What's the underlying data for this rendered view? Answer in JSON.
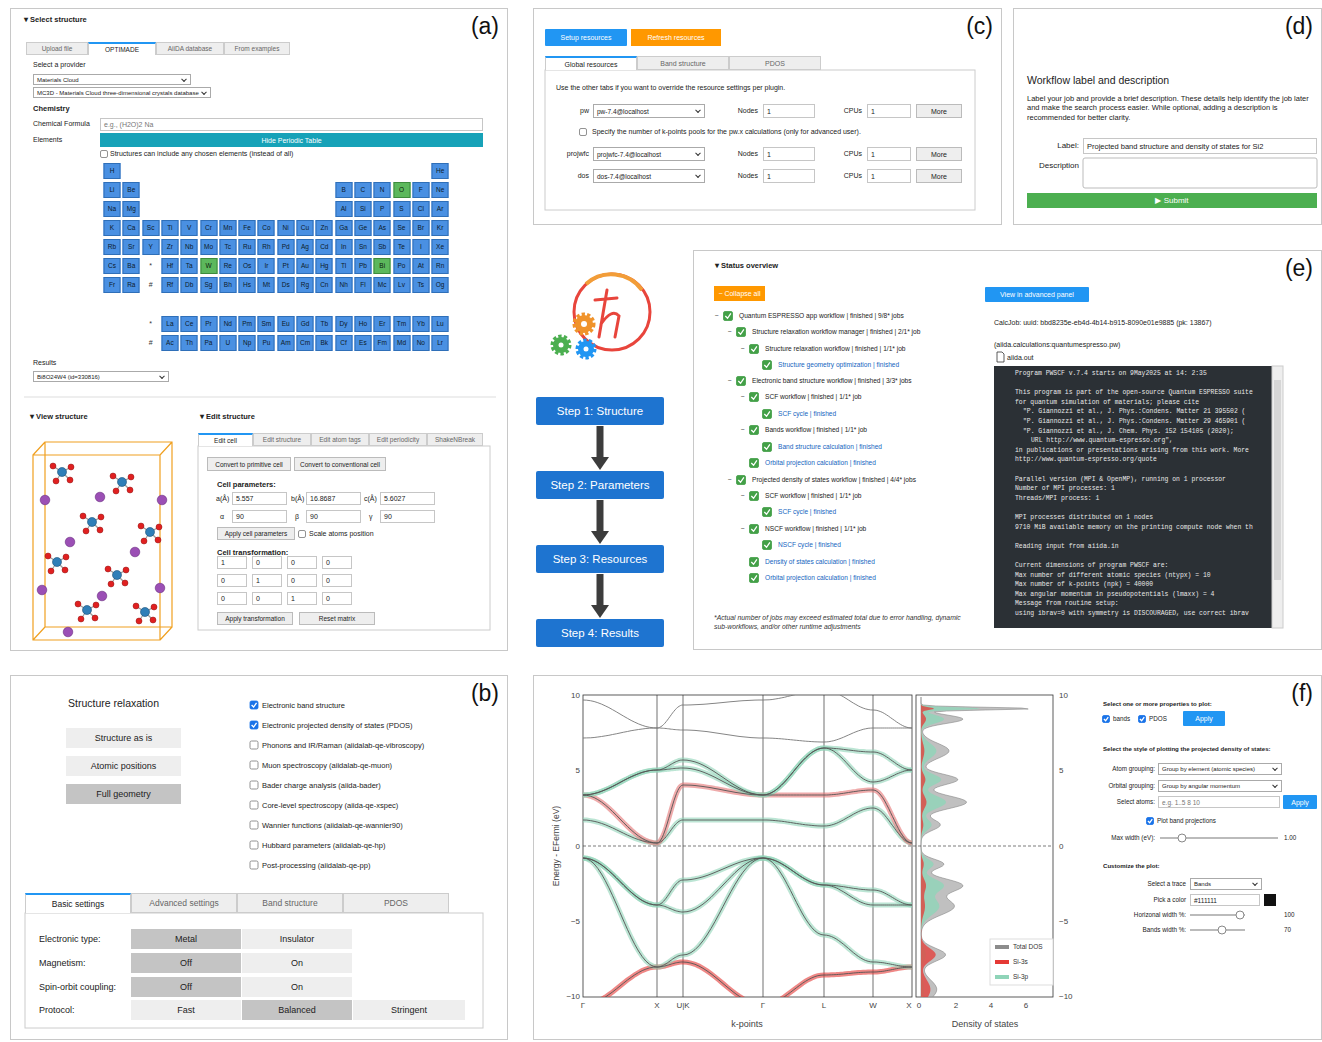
{
  "diagram": {
    "nodes": [
      {
        "text": [
          "(a)"
        ]
      },
      {
        "text": [
          "Upload file"
        ],
        "in": 0
      },
      {
        "text": [
          "OPTIMADE"
        ],
        "in": 0
      },
      {
        "text": [
          "AiiDA database"
        ],
        "in": 0
      },
      {
        "text": [
          "From examples"
        ],
        "in": 0
      },
      {
        "text": [
          "Materials Cloud"
        ],
        "in": 0
      },
      {
        "text": [
          "MC3D - Materials Cloud three-dimensional crystals database"
        ],
        "in": 0
      },
      {
        "text": [
          "e.g., (H2O)2 Na"
        ],
        "in": 0
      },
      {
        "text": [
          "Hide Periodic Table"
        ],
        "in": 0
      },
      {
        "text": [
          "Bi8O24W4 (id=330816)"
        ],
        "in": 0
      },
      {
        "text": [
          "Edit cell"
        ],
        "in": 0
      },
      {
        "text": [
          "Edit structure"
        ],
        "in": 0
      },
      {
        "text": [
          "Edit atom tags"
        ],
        "in": 0
      },
      {
        "text": [
          "Edit periodicity"
        ],
        "in": 0
      },
      {
        "text": [
          "ShakeNBreak"
        ],
        "in": 0
      },
      {
        "text": [
          "Convert to primitive cell"
        ],
        "in": 0
      },
      {
        "text": [
          "Convert to conventional cell"
        ],
        "in": 0
      },
      {
        "text": [
          "5.557"
        ],
        "in": 0
      },
      {
        "text": [
          "16.8687"
        ],
        "in": 0
      },
      {
        "text": [
          "5.6027"
        ],
        "in": 0
      },
      {
        "text": [
          "90"
        ],
        "in": 0
      },
      {
        "text": [
          "90"
        ],
        "in": 0
      },
      {
        "text": [
          "90"
        ],
        "in": 0
      },
      {
        "text": [
          "Apply cell parameters"
        ],
        "in": 0
      },
      {
        "text": [
          "1"
        ],
        "in": 0
      },
      {
        "text": [
          "0"
        ],
        "in": 0
      },
      {
        "text": [
          "0"
        ],
        "in": 0
      },
      {
        "text": [
          "0"
        ],
        "in": 0
      },
      {
        "text": [
          "0"
        ],
        "in": 0
      },
      {
        "text": [
          "1"
        ],
        "in": 0
      },
      {
        "text": [
          "0"
        ],
        "in": 0
      },
      {
        "text": [
          "0"
        ],
        "in": 0
      },
      {
        "text": [
          "0"
        ],
        "in": 0
      },
      {
        "text": [
          "0"
        ],
        "in": 0
      },
      {
        "text": [
          "1"
        ],
        "in": 0
      },
      {
        "text": [
          "0"
        ],
        "in": 0
      },
      {
        "text": [
          "Apply transformation"
        ],
        "in": 0
      },
      {
        "text": [
          "Reset matrix"
        ],
        "in": 0
      },
      {
        "text": [
          "(c)"
        ]
      },
      {
        "text": [
          "Setup resources"
        ],
        "in": 38
      },
      {
        "text": [
          "Refresh resources"
        ],
        "in": 38
      },
      {
        "text": [
          "Global resources"
        ],
        "in": 38
      },
      {
        "text": [
          "Band structure"
        ],
        "in": 38
      },
      {
        "text": [
          "PDOS"
        ],
        "in": 38
      },
      {
        "text": [
          "pw-7.4@localhost"
        ],
        "in": 38
      },
      {
        "text": [
          "1"
        ],
        "in": 38
      },
      {
        "text": [
          "1"
        ],
        "in": 38
      },
      {
        "text": [
          "More"
        ],
        "in": 38
      },
      {
        "text": [
          "projwfc-7.4@localhost"
        ],
        "in": 38
      },
      {
        "text": [
          "1"
        ],
        "in": 38
      },
      {
        "text": [
          "1"
        ],
        "in": 38
      },
      {
        "text": [
          "More"
        ],
        "in": 38
      },
      {
        "text": [
          "dos-7.4@localhost"
        ],
        "in": 38
      },
      {
        "text": [
          "1"
        ],
        "in": 38
      },
      {
        "text": [
          "1"
        ],
        "in": 38
      },
      {
        "text": [
          "More"
        ],
        "in": 38
      },
      {
        "text": [
          "(d)"
        ]
      },
      {
        "text": [
          "Projected band structure and density of states for Si2"
        ],
        "in": 56
      },
      {
        "text": [
          "▶ Submit"
        ],
        "in": 56
      },
      {
        "text": [
          "Step 1: Structure"
        ]
      },
      {
        "text": [
          "Step 2: Parameters"
        ]
      },
      {
        "text": [
          "Step 3: Resources"
        ]
      },
      {
        "text": [
          "Step 4: Results"
        ]
      },
      {
        "text": [
          "(e)"
        ]
      },
      {
        "text": [
          "− Collapse all"
        ],
        "in": 63
      },
      {
        "text": [
          "View in advanced panel"
        ],
        "in": 63
      },
      {
        "text": [
          "(b)"
        ]
      },
      {
        "text": [
          "Structure as is"
        ],
        "in": 66
      },
      {
        "text": [
          "Atomic positions"
        ],
        "in": 66
      },
      {
        "text": [
          "Full geometry"
        ],
        "in": 66
      },
      {
        "text": [
          "Basic settings"
        ],
        "in": 66
      },
      {
        "text": [
          "Advanced settings"
        ],
        "in": 66
      },
      {
        "text": [
          "Band structure"
        ],
        "in": 66
      },
      {
        "text": [
          "PDOS"
        ],
        "in": 66
      },
      {
        "text": [
          "Metal"
        ],
        "in": 66
      },
      {
        "text": [
          "Insulator"
        ],
        "in": 66
      },
      {
        "text": [
          "Off"
        ],
        "in": 66
      },
      {
        "text": [
          "On"
        ],
        "in": 66
      },
      {
        "text": [
          "Off"
        ],
        "in": 66
      },
      {
        "text": [
          "On"
        ],
        "in": 66
      },
      {
        "text": [
          "Fast"
        ],
        "in": 66
      },
      {
        "text": [
          "Balanced"
        ],
        "in": 66
      },
      {
        "text": [
          "Stringent"
        ],
        "in": 66
      },
      {
        "text": [
          "(f)"
        ]
      },
      {
        "text": [
          "Apply"
        ],
        "in": 83
      },
      {
        "text": [
          "Group by element (atomic species)"
        ],
        "in": 83
      },
      {
        "text": [
          "Group by angular momentum"
        ],
        "in": 83
      },
      {
        "text": [
          "e.g. 1..5 8 10"
        ],
        "in": 83
      },
      {
        "text": [
          "Apply"
        ],
        "in": 83
      },
      {
        "text": [
          "Bands"
        ],
        "in": 83
      },
      {
        "text": [
          "#111111"
        ],
        "in": 83
      }
    ],
    "edges": [
      {
        "from": 59,
        "to": 60,
        "arrow": "to"
      },
      {
        "from": 60,
        "to": 61,
        "arrow": "to"
      },
      {
        "from": 61,
        "to": 62,
        "arrow": "to"
      }
    ],
    "labels": [
      "▾ Select structure",
      "Select a provider",
      "Chemistry",
      "Chemical Formula",
      "Elements",
      "Structures can include any chosen elements (instead of all)",
      "H",
      "He",
      "Li",
      "Be",
      "B",
      "C",
      "N",
      "O",
      "F",
      "Ne",
      "Na",
      "Mg",
      "Al",
      "Si",
      "P",
      "S",
      "Cl",
      "Ar",
      "K",
      "Ca",
      "Sc",
      "Ti",
      "V",
      "Cr",
      "Mn",
      "Fe",
      "Co",
      "Ni",
      "Cu",
      "Zn",
      "Ga",
      "Ge",
      "As",
      "Se",
      "Br",
      "Kr",
      "Rb",
      "Sr",
      "Y",
      "Zr",
      "Nb",
      "Mo",
      "Tc",
      "Ru",
      "Rh",
      "Pd",
      "Ag",
      "Cd",
      "In",
      "Sn",
      "Sb",
      "Te",
      "I",
      "Xe",
      "Cs",
      "Ba",
      "*",
      "Hf",
      "Ta",
      "W",
      "Re",
      "Os",
      "Ir",
      "Pt",
      "Au",
      "Hg",
      "Tl",
      "Pb",
      "Bi",
      "Po",
      "At",
      "Rn",
      "Fr",
      "Ra",
      "#",
      "Rf",
      "Db",
      "Sg",
      "Bh",
      "Hs",
      "Mt",
      "Ds",
      "Rg",
      "Cn",
      "Nh",
      "Fl",
      "Mc",
      "Lv",
      "Ts",
      "Og",
      "*",
      "La",
      "Ce",
      "Pr",
      "Nd",
      "Pm",
      "Sm",
      "Eu",
      "Gd",
      "Tb",
      "Dy",
      "Ho",
      "Er",
      "Tm",
      "Yb",
      "Lu",
      "#",
      "Ac",
      "Th",
      "Pa",
      "U",
      "Np",
      "Pu",
      "Am",
      "Cm",
      "Bk",
      "Cf",
      "Es",
      "Fm",
      "Md",
      "No",
      "Lr",
      "Results",
      "▾ View structure",
      "▾ Edit structure",
      "Cell parameters:",
      "a(Å)",
      "b(Å)",
      "c(Å)",
      "α",
      "β",
      "γ",
      "Scale atoms position",
      "Cell transformation:",
      "Use the other tabs if you want to override the resource settings per plugin.",
      "pw",
      "Nodes",
      "CPUs",
      "Specify the number of k-points pools for the pw.x calculations (only for advanced user).",
      "projwfc",
      "Nodes",
      "CPUs",
      "dos",
      "Nodes",
      "CPUs",
      "Workflow label and description",
      "Label your job and provide a brief description. These details help identify the job later and make the search process easier. While optional, adding a description is recommended for better clarity.",
      "Label:",
      "Description",
      "▾ Status overview",
      "−",
      "Quantum ESPRESSO app workflow | finished | 9/8* jobs",
      "−",
      "Structure relaxation workflow manager | finished | 2/1* job",
      "−",
      "Structure relaxation workflow | finished | 1/1* job",
      "Structure geometry optimization | finished",
      "−",
      "Electronic band structure workflow | finished | 3/3* jobs",
      "−",
      "SCF workflow | finished | 1/1* job",
      "SCF cycle | finished",
      "−",
      "Bands workflow | finished | 1/1* job",
      "Band structure calculation | finished",
      "Orbital projection calculation | finished",
      "−",
      "Projected density of states workflow | finished | 4/4* jobs",
      "−",
      "SCF workflow | finished | 1/1* job",
      "SCF cycle | finished",
      "−",
      "NSCF workflow | finished | 1/1* job",
      "NSCF cycle | finished",
      "Density of states calculation | finished",
      "Orbital projection calculation | finished",
      "*Actual number of jobs may exceed estimated total due to error handling, dynamic sub-workflows, and/or other runtime adjustments",
      "CalcJob: uuid: bbd8235e-eb4d-4b14-b915-8090e01e9885 (pk: 13867)",
      "(aiida.calculations:quantumespresso.pw)",
      "aiida.out",
      "Program PWSCF v.7.4 starts on  9May2025 at 14: 2:35",
      "This program is part of the open-source Quantum ESPRESSO suite",
      "for quantum simulation of materials; please cite",
      "\"P. Giannozzi et al., J. Phys.:Condens. Matter 21 395502 (",
      "\"P. Giannozzi et al., J. Phys.:Condens. Matter 29 465901 (",
      "\"P. Giannozzi et al., J. Chem. Phys. 152 154105 (2020);",
      "URL http://www.quantum-espresso.org\",",
      "in publications or presentations arising from this work. More",
      "http://www.quantum-espresso.org/quote",
      "Parallel version (MPI & OpenMP), running on       1 processor",
      "Number of MPI processes:                 1",
      "Threads/MPI process:                     1",
      "MPI processes distributed on     1 nodes",
      "9710 MiB available memory on the printing compute node when th",
      "Reading input from aiida.in",
      "Current dimensions of program PWSCF are:",
      "Max number of different atomic species (ntypx) = 10",
      "Max number of k-points (npk) =  40000",
      "Max angular momentum in pseudopotentials (lmaxx) =  4",
      "Message from routine setup:",
      "using ibrav=0 with symmetry is DISCOURAGED, use correct ibrav",
      "Structure relaxation",
      "Electronic band structure",
      "Electronic projected density of states (PDOS)",
      "Phonons and IR/Raman (aiidalab-qe-vibroscopy)",
      "Muon spectroscopy (aiidalab-qe-muon)",
      "Bader charge analysis (aiida-bader)",
      "Core-level spectroscopy (aiida-qe-xspec)",
      "Wannier functions (aiidalab-qe-wannier90)",
      "Hubbard parameters (aiidalab-qe-hp)",
      "Post-processing (aiidalab-qe-pp)",
      "Electronic type:",
      "Magnetism:",
      "Spin-orbit coupling:",
      "Protocol:",
      "10",
      "5",
      "0",
      "−5",
      "−10",
      "10",
      "5",
      "0",
      "−5",
      "−10",
      "Γ",
      "X",
      "U|K",
      "Γ",
      "L",
      "W",
      "X",
      "0",
      "2",
      "4",
      "6",
      "k-points",
      "Density of states",
      "Energy - EFermi (eV)",
      "Select one or more properties to plot:",
      "bands",
      "PDOS",
      "Select the style of plotting the projected density of states:",
      "Atom grouping:",
      "Orbital grouping:",
      "Select atoms:",
      "Plot band projections",
      "Max width (eV):",
      "1.00",
      "Customize the plot:",
      "Select a trace",
      "Pick a color",
      "Horizonal width %:",
      "100",
      "Bands width %:",
      "70"
    ],
    "legend": [
      {
        "text": "Total DOS",
        "color": "#8c8c8c"
      },
      {
        "text": "Si-3s",
        "color": "#e53935"
      },
      {
        "text": "Si-3p",
        "color": "#8fd4b8"
      }
    ]
  }
}
